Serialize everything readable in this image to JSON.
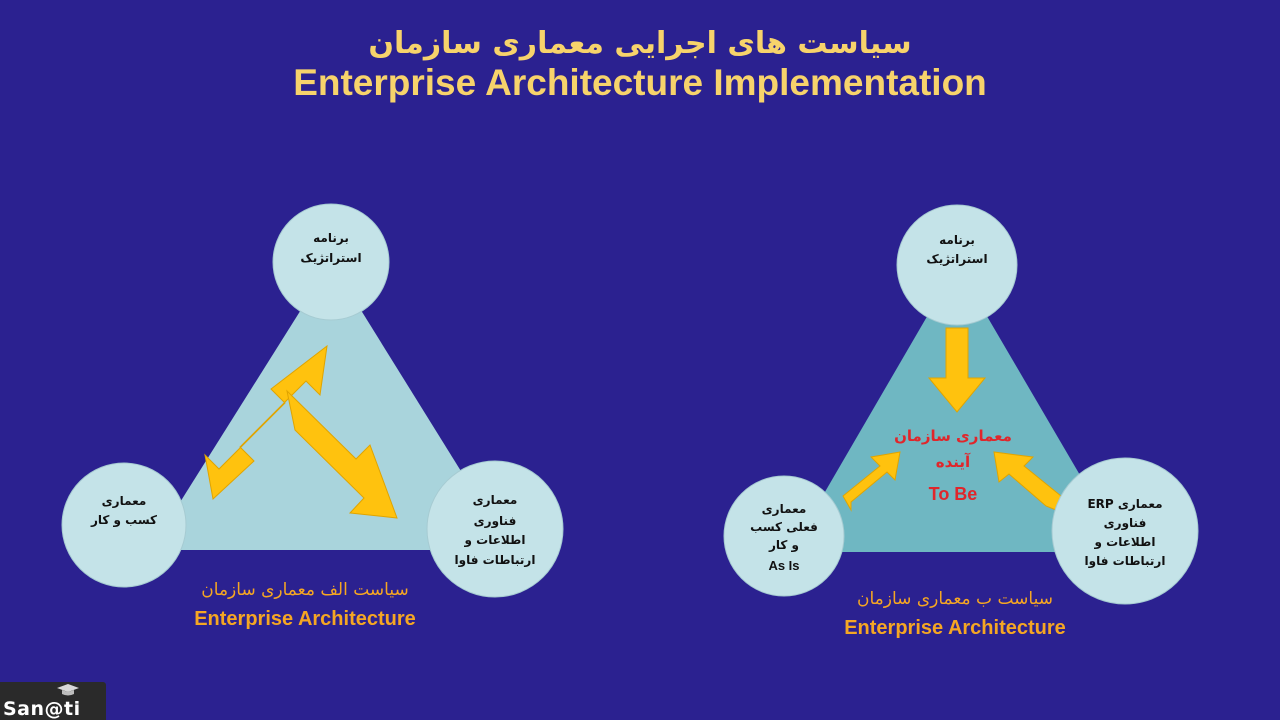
{
  "slide": {
    "title_fa": "سیاست های اجرایی  معماری سازمان",
    "title_en": "Enterprise Architecture Implementation"
  },
  "policy_a": {
    "top_node": [
      "برنامه",
      "استراتژیک"
    ],
    "left_node": [
      "معماری",
      "کسب و کار"
    ],
    "right_node": [
      "معماری",
      "فناوری",
      "اطلاعات و",
      "ارتباطات فاوا"
    ],
    "caption_fa": "سیاست الف معماری سازمان",
    "caption_en": "Enterprise Architecture"
  },
  "policy_b": {
    "top_node": [
      "برنامه",
      "استراتژیک"
    ],
    "left_node": [
      "معماری",
      "فعلی کسب",
      "و کار",
      "As Is"
    ],
    "right_node": [
      "معماری ERP",
      "فناوری",
      "اطلاعات و",
      "ارتباطات فاوا"
    ],
    "center": [
      "معماری سازمان",
      "آینده",
      "To Be"
    ],
    "caption_fa": "سیاست ب معماری سازمان",
    "caption_en": "Enterprise Architecture"
  },
  "logo": {
    "text": "San@ti"
  },
  "colors": {
    "background": "#2b2190",
    "title": "#f7d36b",
    "caption": "#f5a623",
    "triangle_a": "#a9d4dc",
    "triangle_b": "#6fb7c2",
    "circle": "#c4e3e8",
    "arrow": "#ffc20e",
    "center_text": "#e0262b"
  }
}
